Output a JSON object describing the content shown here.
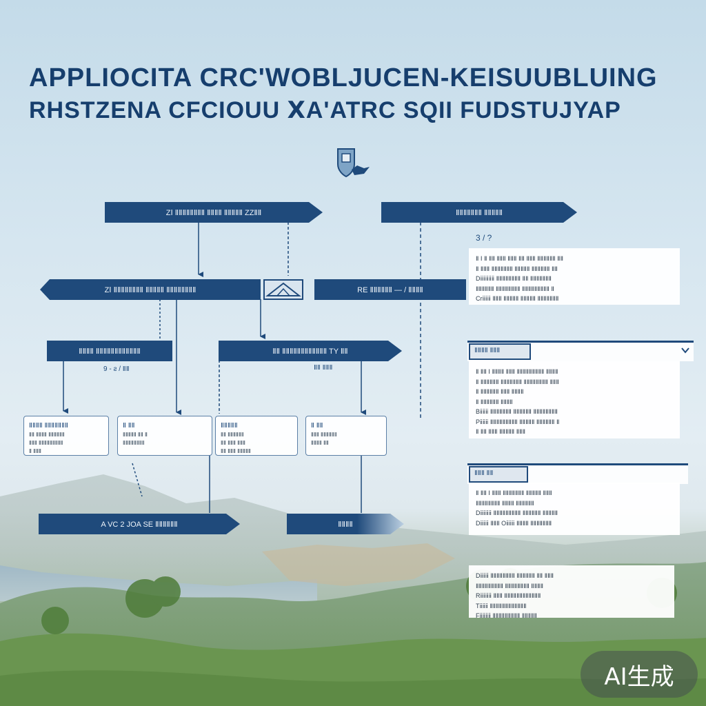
{
  "title": {
    "line1": "APPLIOCITA CRC'WOBLJUCEN-KEISUUBLUING",
    "line2": "RHSTZENA  CFCIOUU  ⅩA'ATRC SQII FUDSTUJYAP"
  },
  "colors": {
    "navy": "#1f4a7b",
    "title": "#163e6d",
    "panel_bg": "#ffffff"
  },
  "logo": {
    "icon": "shield-logo-icon"
  },
  "banners": {
    "b1": "ZⅠ ⅡⅡⅡⅡⅡⅡⅡⅡ ⅡⅡⅡⅡ ⅡⅡⅡⅡⅡ ZZⅡⅡ",
    "b2": "ⅡⅡⅡⅡ ⅡⅡⅡⅡⅡⅡⅡⅡⅡⅡⅡⅡ",
    "b3": "ZⅠ ⅡⅡⅡⅡⅡⅡⅡⅡ ⅡⅡⅡⅡⅡ ⅡⅡⅡⅡⅡⅡⅡⅡ",
    "b4": "RE ⅡⅡⅡⅡⅡⅡ — / ⅡⅡⅡⅡ",
    "b5": "ⅡⅡⅡⅡⅡⅡⅡ ⅡⅡⅡⅡⅡ",
    "b6": "ⅡⅡ ⅡⅡⅡⅡⅡⅡⅡⅡⅡⅡⅡⅡ TY ⅡⅡ",
    "b7": "A  VC 2 JOA SE ⅡⅡⅡⅡⅡⅡ",
    "b8": "ⅡⅡⅡⅡ"
  },
  "sublabels": {
    "s1": "9 - ƨ / ⅡⅡ",
    "s2": "ⅡⅡ ⅡⅡⅡ"
  },
  "cards": [
    {
      "head": "ⅡⅡⅡⅡ ⅡⅡⅡⅡⅡⅡⅡ",
      "lines": [
        "ⅡⅡ ⅡⅡⅡⅡ ⅡⅡⅡⅡⅡⅡ",
        "ⅡⅡⅡ ⅡⅡⅡⅡⅡⅡⅡⅡⅡ",
        "Ⅱ         ⅡⅡⅡ"
      ]
    },
    {
      "head": "Ⅱ ⅡⅡ",
      "lines": [
        "ⅡⅡⅡⅡⅡ ⅡⅡ Ⅱ",
        "ⅡⅡⅡⅡⅡⅡⅡⅡ",
        ""
      ]
    },
    {
      "head": "ⅡⅡⅡⅡⅡ",
      "lines": [
        "ⅡⅡ ⅡⅡⅡⅡⅡⅡ",
        "ⅡⅡ ⅡⅡⅡ ⅡⅡⅡ",
        "ⅡⅡ  ⅡⅡⅡ ⅡⅡⅡⅡⅡ"
      ]
    },
    {
      "head": "Ⅱ ⅡⅡ",
      "lines": [
        "ⅡⅡⅡ ⅡⅡⅡⅡⅡⅡ",
        "ⅡⅡⅡⅡ ⅡⅡ",
        ""
      ]
    }
  ],
  "panels": {
    "p1": {
      "num": "3  / ?",
      "lines": [
        "Ⅱ Ⅰ Ⅱ ⅡⅡ ⅡⅡⅡ ⅡⅡⅡ ⅡⅡ ⅡⅡⅡ ⅡⅡⅡⅡⅡⅡ ⅡⅡ",
        "Ⅱ ⅡⅡⅡ ⅡⅡⅡⅡⅡⅡⅡ ⅡⅡⅡⅡⅡ ⅡⅡⅡⅡⅡⅡ ⅡⅡ",
        "Dⅱⅱⅱⅱⅱ ⅡⅡⅡⅡⅡⅡⅡⅡ ⅡⅡ ⅡⅡⅡⅡⅡⅡⅡ",
        "ⅡⅡⅡⅡⅡⅡ ⅡⅡⅡⅡⅡⅡⅡⅡ ⅡⅡⅡⅡⅡⅡⅡⅡⅡ Ⅱ",
        "Crⅱⅱⅱ ⅡⅡⅡ ⅡⅡⅡⅡⅡ ⅡⅡⅡⅡⅡ ⅡⅡⅡⅡⅡⅡⅡ"
      ]
    },
    "p2": {
      "tag": "ⅡⅡⅡⅡ  ⅡⅡⅡ",
      "lines": [
        "Ⅱ ⅡⅡ Ⅰ ⅡⅡⅡⅡ ⅡⅡⅡ ⅡⅡⅡⅡⅡⅡⅡⅡⅡ ⅡⅡⅡⅡ",
        "Ⅱ ⅡⅡⅡⅡⅡⅡ ⅡⅡⅡⅡⅡⅡⅡ ⅡⅡⅡⅡⅡⅡⅡⅡ ⅡⅡⅡ",
        "Ⅱ ⅡⅡⅡⅡⅡⅡ ⅡⅡⅡ ⅡⅡⅡⅡ",
        "Ⅱ ⅡⅡⅡⅡⅡⅡ ⅡⅡⅡⅡ",
        "Bⅱⅱⅱ ⅡⅡⅡⅡⅡⅡⅡ ⅡⅡⅡⅡⅡⅡ ⅡⅡⅡⅡⅡⅡⅡⅡ",
        "Pⅱⅱⅱ ⅡⅡⅡⅡⅡⅡⅡⅡⅡ ⅡⅡⅡⅡⅡ ⅡⅡⅡⅡⅡⅡ Ⅱ",
        "Ⅱ ⅡⅡ ⅡⅡⅡ ⅡⅡⅡⅡⅡ ⅡⅡⅡ"
      ]
    },
    "p3": {
      "tag": "ⅡⅡⅡ   ⅡⅡ",
      "lines": [
        "Ⅱ ⅡⅡ Ⅰ ⅡⅡⅡ ⅡⅡⅡⅡⅡⅡⅡ ⅡⅡⅡⅡⅡ ⅡⅡⅡ",
        "ⅡⅡⅡⅡⅡⅡⅡⅡ ⅡⅡⅡⅡ ⅡⅡⅡⅡⅡⅡ",
        "Dⅱⅱⅱⅱ ⅡⅡⅡⅡⅡⅡⅡⅡⅡ ⅡⅡⅡⅡⅡⅡ ⅡⅡⅡⅡⅡ",
        "Dⅱⅱⅱ ⅡⅡⅡ Oⅱⅱⅱ ⅡⅡⅡⅡ ⅡⅡⅡⅡⅡⅡⅡ"
      ]
    },
    "p4": {
      "lines": [
        "Dⅱⅱⅱ ⅡⅡⅡⅡⅡⅡⅡⅡ ⅡⅡⅡⅡⅡⅡ ⅡⅡ ⅡⅡⅡ",
        "ⅡⅡⅡⅡⅡⅡⅡⅡⅡ ⅡⅡⅡⅡⅡⅡⅡⅡ ⅡⅡⅡⅡ",
        "Rⅱⅱⅱⅱ ⅡⅡⅡ ⅡⅡⅡⅡⅡⅡⅡⅡⅡⅡⅡⅡ",
        "Tⅱⅱⅱ ⅡⅡⅡⅡⅡⅡⅡⅡⅡⅡⅡⅡ",
        "Fⅱⅱⅱⅱ ⅡⅡⅡⅡⅡⅡⅡⅡⅡ ⅡⅡⅡⅡⅡ"
      ]
    }
  },
  "badge": {
    "label": "AI生成"
  }
}
